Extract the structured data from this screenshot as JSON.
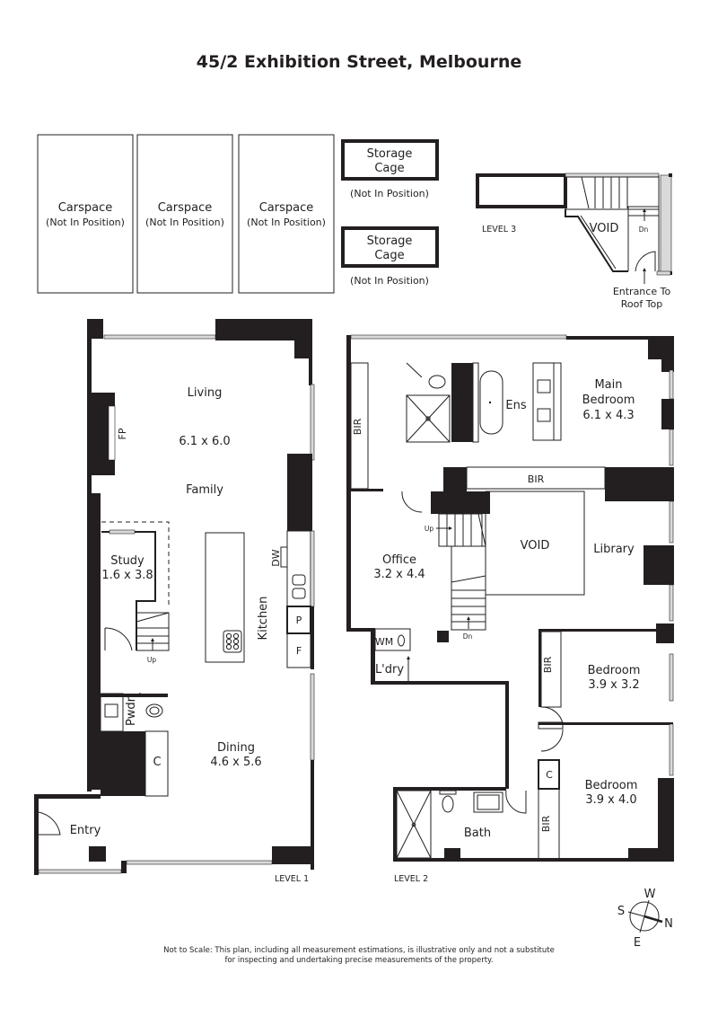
{
  "title": "45/2 Exhibition Street, Melbourne",
  "parking": {
    "carspaces": [
      {
        "label": "Carspace",
        "note": "(Not In Position)"
      },
      {
        "label": "Carspace",
        "note": "(Not In Position)"
      },
      {
        "label": "Carspace",
        "note": "(Not In Position)"
      }
    ],
    "storage_cages": [
      {
        "line1": "Storage",
        "line2": "Cage",
        "note": "(Not In Position)"
      },
      {
        "line1": "Storage",
        "line2": "Cage",
        "note": "(Not In Position)"
      }
    ]
  },
  "level3": {
    "label": "LEVEL 3",
    "void": "VOID",
    "stair": "Dn",
    "entrance_line1": "Entrance To",
    "entrance_line2": "Roof Top"
  },
  "level1": {
    "label": "LEVEL 1",
    "rooms": {
      "living": "Living",
      "living_dims": "6.1 x 6.0",
      "family": "Family",
      "fireplace": "FP",
      "study": "Study",
      "study_dims": "1.6 x 3.8",
      "stair_up": "Up",
      "dishwasher": "DW",
      "kitchen": "Kitchen",
      "pantry": "P",
      "fridge": "F",
      "powder": "Pwdr",
      "cupboard": "C",
      "dining": "Dining",
      "dining_dims": "4.6 x 5.6",
      "entry": "Entry"
    }
  },
  "level2": {
    "label": "LEVEL 2",
    "rooms": {
      "bir_left": "BIR",
      "ensuite": "Ens",
      "main_bedroom_line1": "Main",
      "main_bedroom_line2": "Bedroom",
      "main_bedroom_dims": "6.1 x 4.3",
      "bir_top": "BIR",
      "stair_up": "Up",
      "void": "VOID",
      "library": "Library",
      "office": "Office",
      "office_dims": "3.2 x 4.4",
      "stair_down": "Dn",
      "washing_machine": "WM",
      "laundry": "L'dry",
      "bir_bed1": "BIR",
      "bedroom1": "Bedroom",
      "bedroom1_dims": "3.9 x 3.2",
      "cupboard": "C",
      "bedroom2": "Bedroom",
      "bedroom2_dims": "3.9 x 4.0",
      "bir_bed2": "BIR",
      "bath": "Bath"
    }
  },
  "compass": {
    "north": "N",
    "south": "S",
    "east": "E",
    "west": "W"
  },
  "disclaimer": {
    "line1": "Not to Scale: This plan, including all measurement estimations, is illustrative only and not a substitute",
    "line2": "for inspecting and undertaking precise measurements of the property."
  }
}
